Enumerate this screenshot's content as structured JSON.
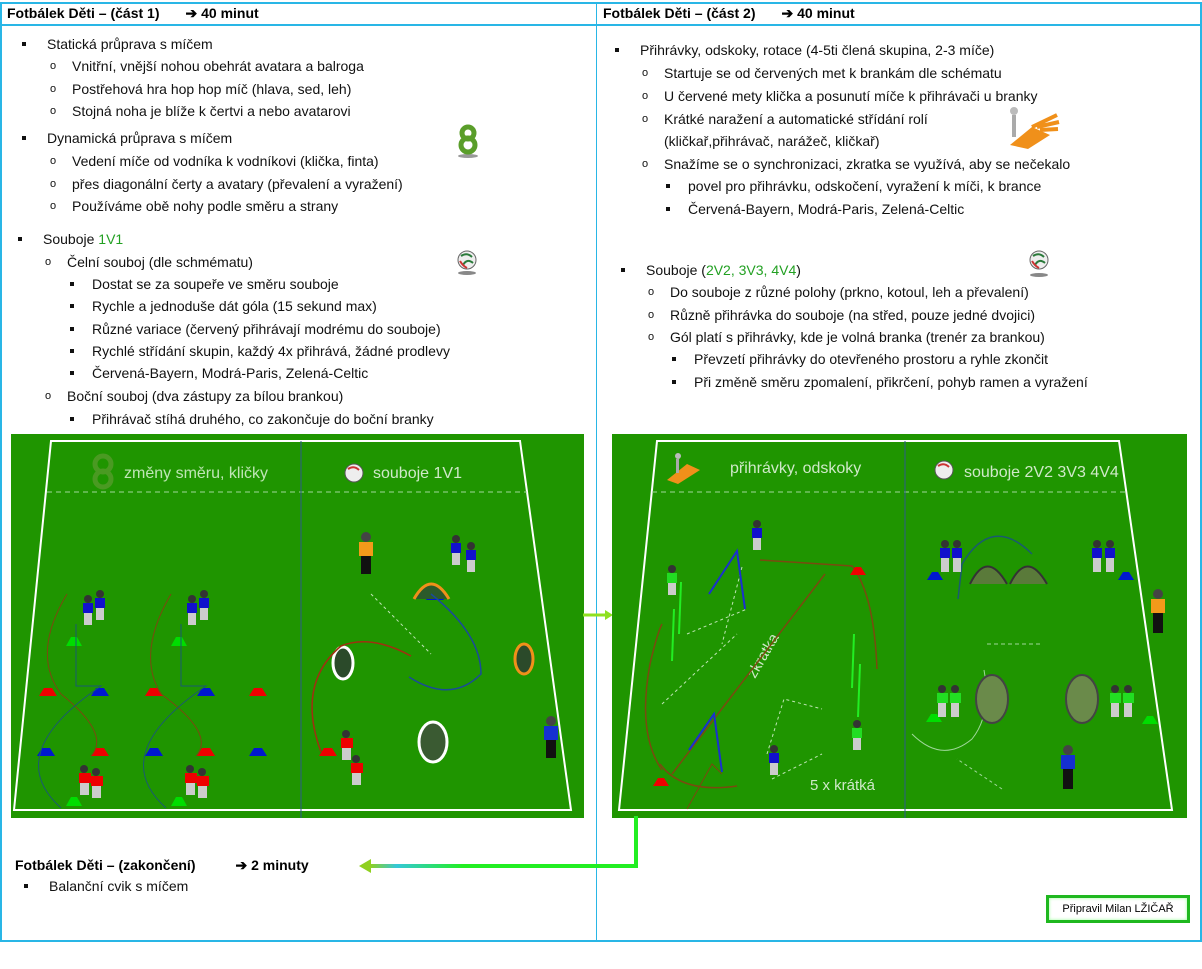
{
  "part1": {
    "title": "Fotbálek Děti – (část 1)",
    "duration": "➔ 40 minut",
    "lines": [
      "Statická průprava s míčem",
      "Vnitřní, vnější nohou obehrát avatara a balroga",
      "Postřehová hra hop hop míč (hlava, sed, leh)",
      "Stojná noha je blíže k čertvi a nebo avatarovi",
      "Dynamická průprava s míčem",
      "Vedení míče od vodníka k vodníkovi (klička, finta)",
      "přes diagonální čerty a avatary (převalení a vyražení)",
      "Používáme obě nohy podle směru a strany",
      "Souboje",
      "Čelní souboj (dle schmématu)",
      "Dostat se za soupeře ve směru souboje",
      "Rychle a jednoduše dát góla (15 sekund max)",
      "Různé variace (červený přihrávají modrému do souboje)",
      "Rychlé střídání skupin, každý 4x přihrává, žádné prodlevy",
      "Červená-Bayern, Modrá-Paris, Zelená-Celtic",
      "Boční souboj (dva zástupy za bílou brankou)",
      "Přihrávač stíhá druhého, co zakončuje do boční branky"
    ],
    "souboje_highlight": "1V1",
    "field": {
      "label_left": "změny směru, kličky",
      "label_right": "souboje 1V1"
    }
  },
  "part2": {
    "title": "Fotbálek Děti – (část 2)",
    "duration": "➔ 40 minut",
    "lines": [
      "Přihrávky, odskoky, rotace (4-5ti člená skupina, 2-3 míče)",
      "Startuje se od červených met k brankám dle schématu",
      "U červené mety klička a posunutí míče k přihrávači u branky",
      "Krátké naražení a automatické střídání rolí",
      "(kličkař,přihrávač, narážeč, kličkař)",
      "Snažíme se o synchronizaci, zkratka se využívá, aby se nečekalo",
      "povel pro přihrávku, odskočení, vyražení k míči, k brance",
      "Červená-Bayern, Modrá-Paris, Zelená-Celtic",
      "Souboje (",
      "Do souboje z různé polohy (prkno, kotoul, leh a převalení)",
      "Různě přihrávka do souboje (na střed, pouze jedné dvojici)",
      "Gól platí s přihrávky, kde je volná branka (trenér za brankou)",
      "Převzetí přihrávky do otevřeného prostoru a ryhle zkončit",
      "Při změně směru zpomalení, přikrčení, pohyb ramen a vyražení"
    ],
    "souboje_highlight": "2V2, 3V3, 4V4",
    "souboje_close": ")",
    "field": {
      "label_left": "přihrávky, odskoky",
      "label_right": "souboje 2V2 3V3 4V4",
      "shortcut": "zkratka",
      "short_count": "5 x krátká"
    }
  },
  "finale": {
    "title": "Fotbálek Děti – (zakončení)",
    "duration": "➔ 2 minuty",
    "lines": [
      "Balanční cvik s míčem"
    ]
  },
  "credit": "Připravil Milan LŽIČAŘ",
  "colors": {
    "frame": "#29b6e6",
    "pitch": "#1f9500",
    "accent_green": "#22a022",
    "arrow": "#33ee00"
  }
}
